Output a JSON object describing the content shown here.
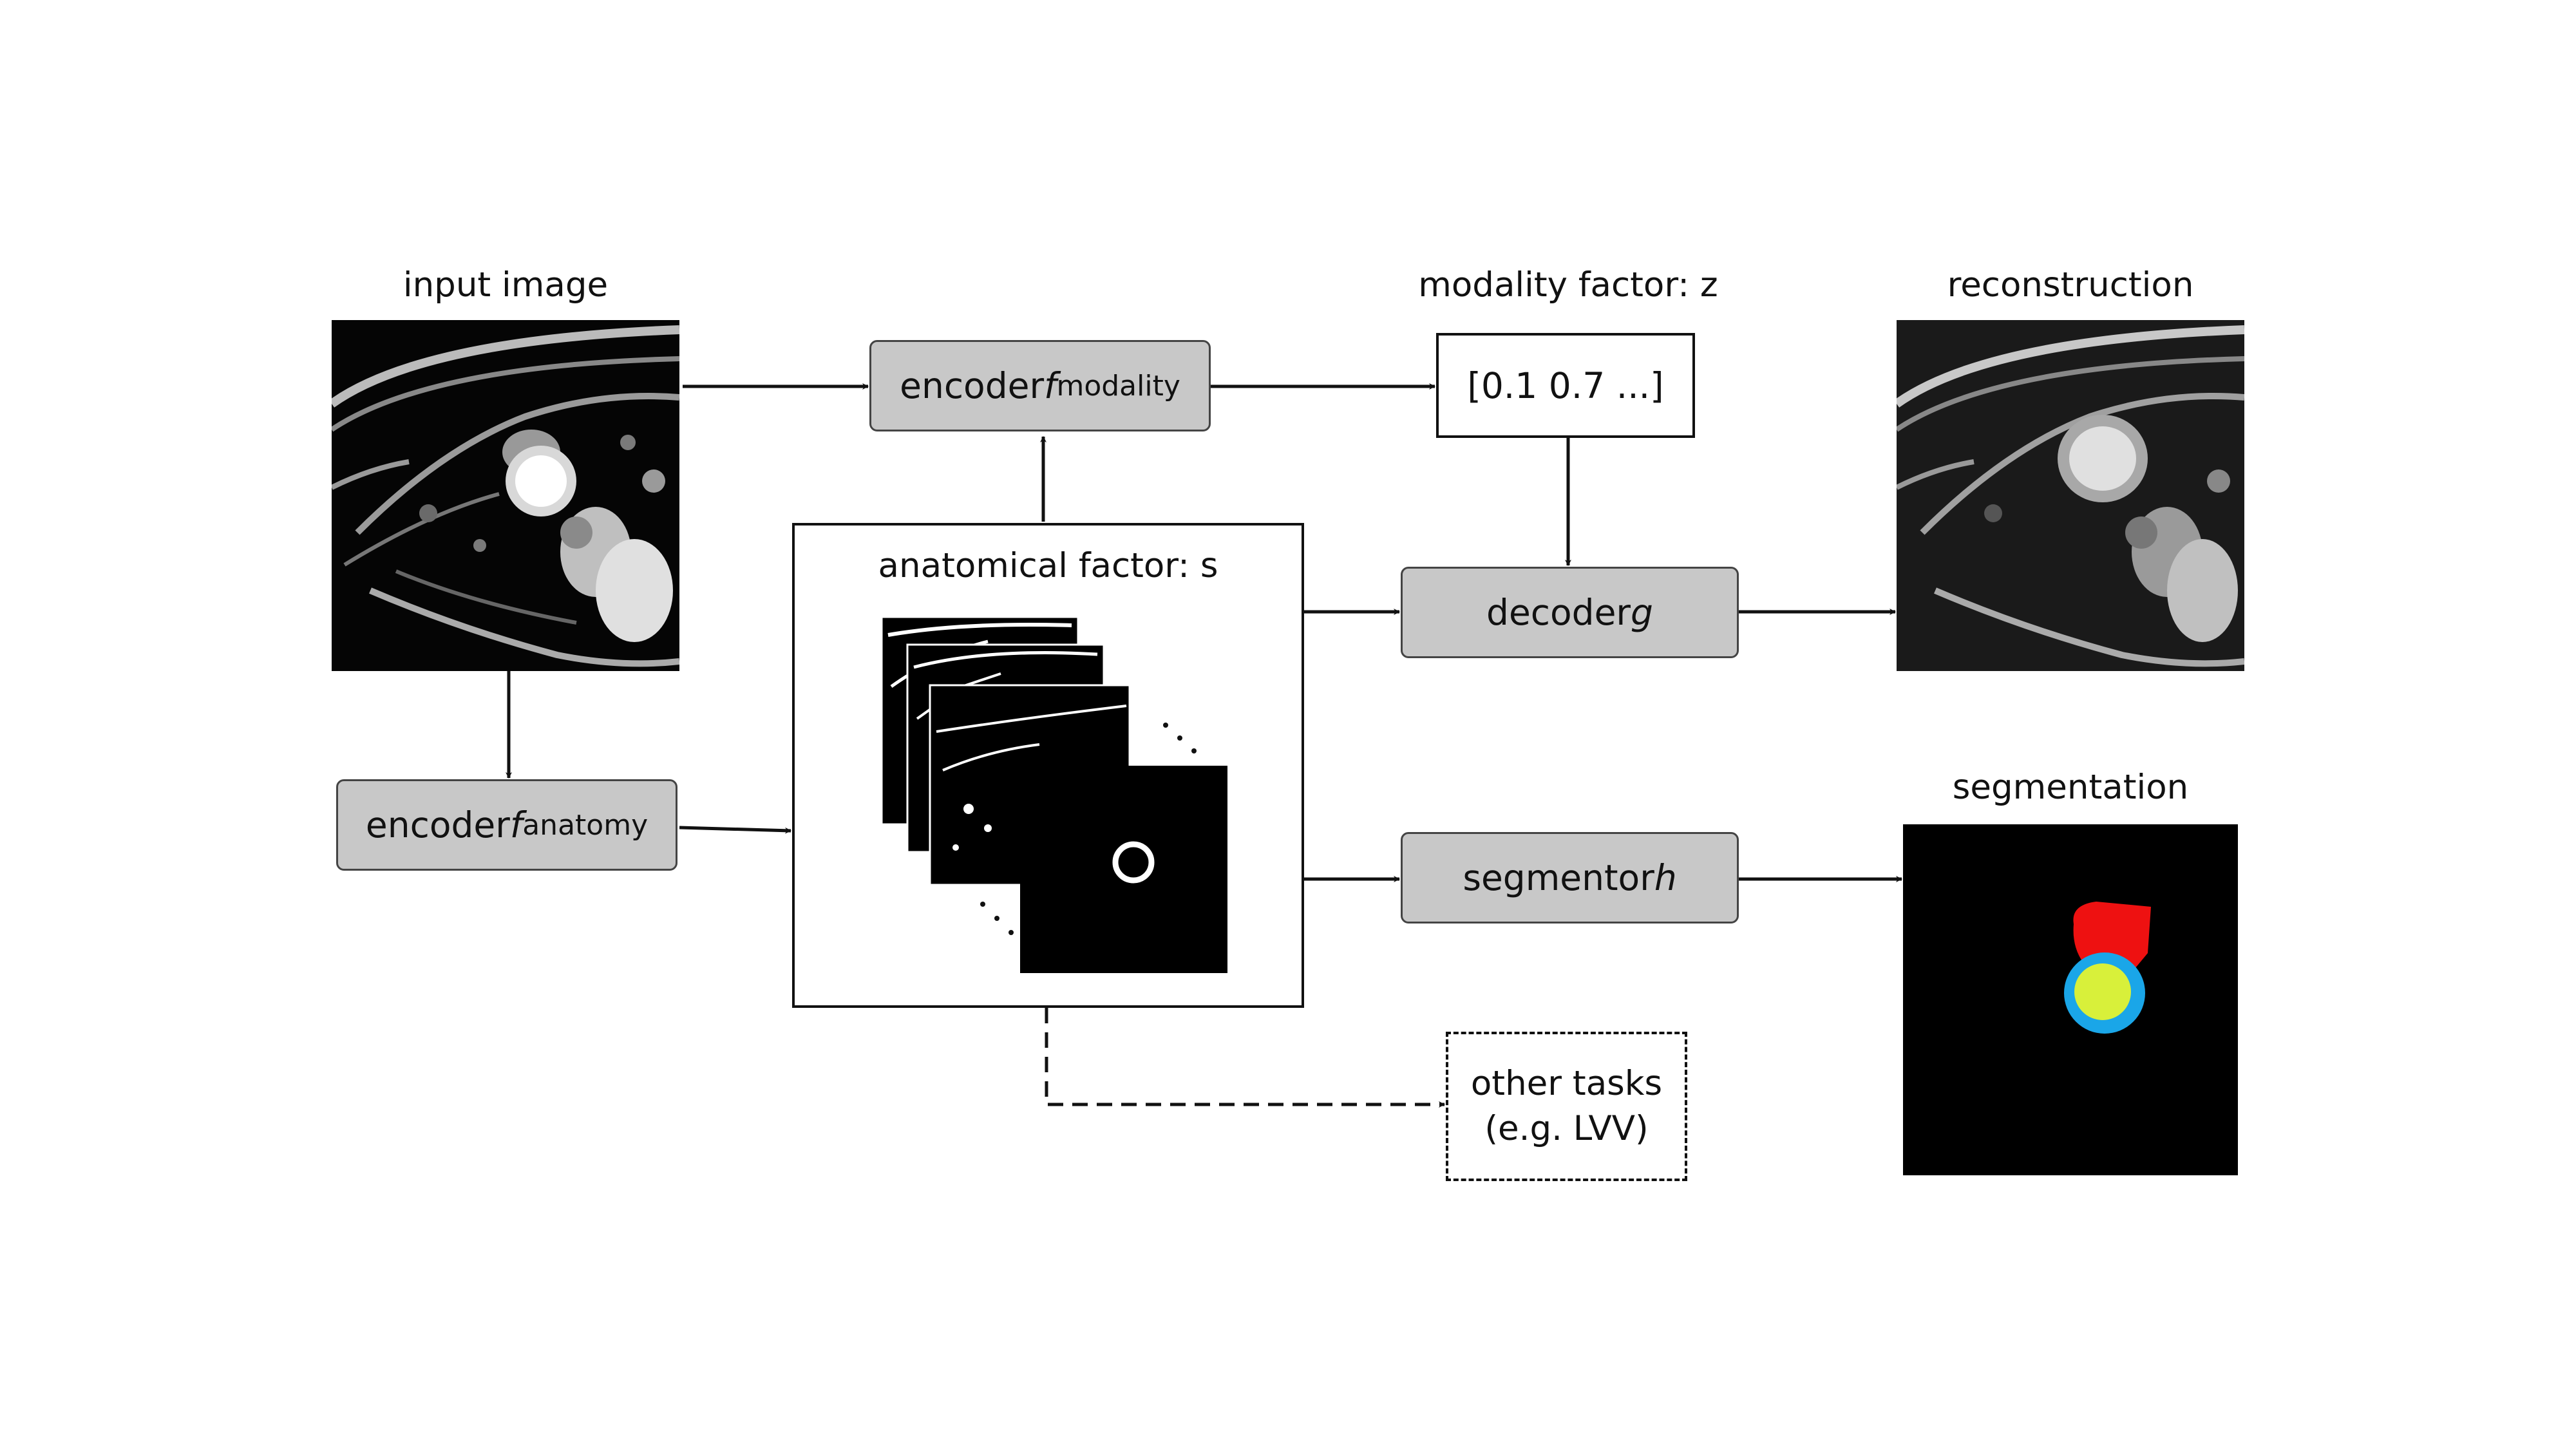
{
  "labels": {
    "input_image": "input image",
    "modality_factor": "modality factor: z",
    "reconstruction": "reconstruction",
    "anatomical_factor": "anatomical factor: s",
    "segmentation": "segmentation"
  },
  "nodes": {
    "encoder_modality": {
      "text": "encoder ",
      "fn": "f",
      "sub": "modality"
    },
    "encoder_anatomy": {
      "text": "encoder ",
      "fn": "f",
      "sub": "anatomy"
    },
    "decoder": {
      "text": "decoder ",
      "fn": "g"
    },
    "segmentor": {
      "text": "segmentor ",
      "fn": "h"
    }
  },
  "modality_vector": "[0.1 0.7 ...]",
  "other_tasks": {
    "line1": "other tasks",
    "line2": "(e.g. LVV)"
  },
  "colors": {
    "node_fill": "#c8c8c8",
    "seg_red": "#ee1111",
    "seg_blue": "#1aa6e8",
    "seg_yellow": "#d8f03a"
  }
}
